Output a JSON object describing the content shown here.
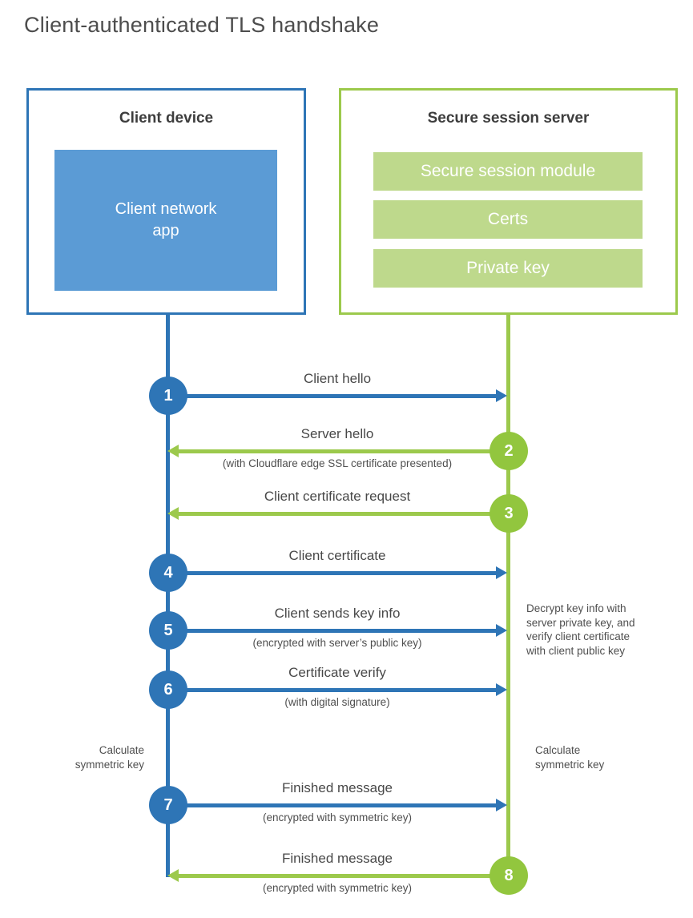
{
  "title": "Client-authenticated TLS handshake",
  "colors": {
    "blue": "#2e75b6",
    "blue_light": "#5b9bd5",
    "green_stroke": "#9cc94c",
    "green_badge": "#92c63e",
    "green_bar": "#bed98c"
  },
  "client_box": {
    "title": "Client device",
    "app_label": "Client network\napp"
  },
  "server_box": {
    "title": "Secure session server",
    "modules": [
      "Secure session module",
      "Certs",
      "Private key"
    ]
  },
  "messages": [
    {
      "step": "1",
      "from": "client",
      "to": "server",
      "label": "Client hello",
      "note": ""
    },
    {
      "step": "2",
      "from": "server",
      "to": "client",
      "label": "Server hello",
      "note": "(with Cloudflare edge SSL certificate presented)"
    },
    {
      "step": "3",
      "from": "server",
      "to": "client",
      "label": "Client certificate request",
      "note": ""
    },
    {
      "step": "4",
      "from": "client",
      "to": "server",
      "label": "Client certificate",
      "note": ""
    },
    {
      "step": "5",
      "from": "client",
      "to": "server",
      "label": "Client sends key info",
      "note": "(encrypted with server’s public key)"
    },
    {
      "step": "6",
      "from": "client",
      "to": "server",
      "label": "Certificate verify",
      "note": "(with digital signature)"
    },
    {
      "step": "7",
      "from": "client",
      "to": "server",
      "label": "Finished message",
      "note": "(encrypted with symmetric key)"
    },
    {
      "step": "8",
      "from": "server",
      "to": "client",
      "label": "Finished message",
      "note": "(encrypted with symmetric key)"
    }
  ],
  "annotations": {
    "calc_left": "Calculate\nsymmetric key",
    "calc_right": "Calculate\nsymmetric key",
    "decrypt_note": "Decrypt key info with server private key, and verify client certificate with client public key"
  }
}
